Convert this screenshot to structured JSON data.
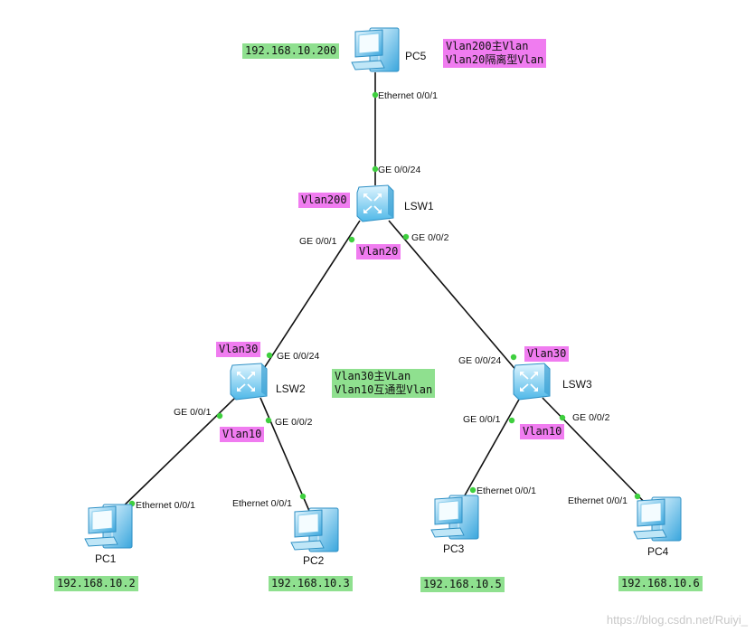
{
  "devices": {
    "pc5": "PC5",
    "lsw1": "LSW1",
    "lsw2": "LSW2",
    "lsw3": "LSW3",
    "pc1": "PC1",
    "pc2": "PC2",
    "pc3": "PC3",
    "pc4": "PC4"
  },
  "ips": {
    "pc5": "192.168.10.200",
    "pc1": "192.168.10.2",
    "pc2": "192.168.10.3",
    "pc3": "192.168.10.5",
    "pc4": "192.168.10.6"
  },
  "ports": {
    "pc5_eth": "Ethernet 0/0/1",
    "lsw1_ge24": "GE 0/0/24",
    "lsw1_ge1": "GE 0/0/1",
    "lsw1_ge2": "GE 0/0/2",
    "lsw2_ge24": "GE 0/0/24",
    "lsw2_ge1": "GE 0/0/1",
    "lsw2_ge2": "GE 0/0/2",
    "lsw3_ge24": "GE 0/0/24",
    "lsw3_ge1": "GE 0/0/1",
    "lsw3_ge2": "GE 0/0/2",
    "pc1_eth": "Ethernet 0/0/1",
    "pc2_eth": "Ethernet 0/0/1",
    "pc3_eth": "Ethernet 0/0/1",
    "pc4_eth": "Ethernet 0/0/1"
  },
  "vlan_tags": {
    "lsw1_up": "Vlan200",
    "lsw1_down": "Vlan20",
    "lsw2_up": "Vlan30",
    "lsw2_down": "Vlan10",
    "lsw3_up": "Vlan30",
    "lsw3_down": "Vlan10"
  },
  "notes": {
    "top_line1": "Vlan200主Vlan",
    "top_line2": "Vlan20隔离型Vlan",
    "mid_line1": "Vlan30主VLan",
    "mid_line2": "Vlan10互通型Vlan"
  },
  "watermark": "https://blog.csdn.net/Ruiyi_",
  "colors": {
    "vlan_tag": "#f07cf0",
    "ip_tag": "#8fe08f",
    "port_dot": "#3ecf3e",
    "device": "#4fb8e8"
  }
}
